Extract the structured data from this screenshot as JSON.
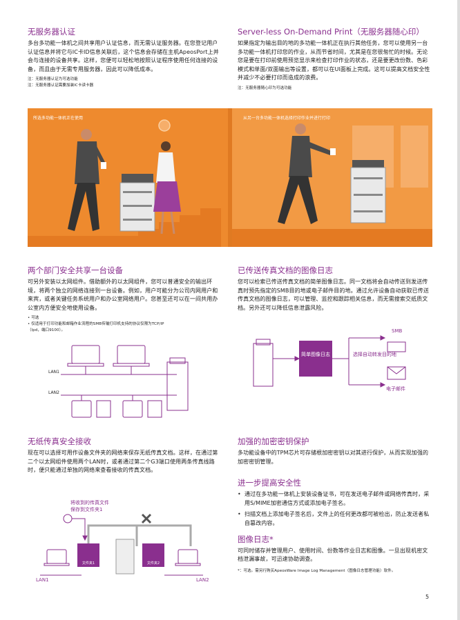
{
  "auth": {
    "title": "无服务器认证",
    "body": "多台多功能一体机之间共享用户认证信息，而无需认证服务器。在您登记用户认证信息并将它与IC卡ID信息关联后，这个信息会存储在主机ApeosPort上并会与连接的设备共享。这样，您便可以轻松地按照认证程序使用任何连接的设备，而且由于无需专用服务器，因此可以降低成本。",
    "note1": "注：无服务器认证为可选功能",
    "note2": "注：无服务器认证需要加装IC卡读卡器"
  },
  "print": {
    "title": "Server-less On-Demand Print（无服务器随心印）",
    "body": "如果指定为输出目的地的多功能一体机正在执行其他任务，您可以使用另一台多功能一体机打印您的作业，从而节省时间，尤其是在您很匆忙的时候。无论您是要在打印前使用预览显示来检查打印作业的状态，还是要更改份数、色彩模式和单面/双面输出等设置，都可以在UI面板上完成。这可以提高文档安全性并减少不必要打印而造成的浪费。",
    "note": "注：无服务器随心印为可选功能"
  },
  "hero": {
    "tag_left": "所选多功能一体机正在使用",
    "tag_right": "从另一台多功能一体机选择打印作业并进行打印"
  },
  "shared": {
    "title": "两个部门安全共享一台设备",
    "body": "可另外安装以太网组件。借助额外的以太网组件，您可以普通安全的输出环境，将两个独立的网络连接到一台设备。例如，用户可能分为公司内网用户和来宾，或者关键任务系统用户和办公室网络用户。您甚至还可以在一间共用办公室内方便安全地使用设备。",
    "note1": "• 可选",
    "note2": "• 仅适用于打印功能和邮箱作业流程的SMB传输打印机支持的协议仅限为TCP/IP",
    "note3": "（lpd，端口9100）。",
    "lan1": "LAN1",
    "lan2": "LAN2"
  },
  "fax_log": {
    "title": "已传送传真文档的图像日志",
    "body": "您可以检索已传送传真文档的简单图像日志。同一文档将会自动传送到发送传真时预先指定的SMB目的地或电子邮件目的地。通过允许设备自动获取已传送传真文档的图像日志，可以管理、监控和跟踪相关信息，而无需搜索交纸质文档。另外还可以降低信息泄露风险。",
    "box": "简单图像日志",
    "auto": "选择自动转发目的地",
    "smb": "SMB",
    "email": "电子邮件"
  },
  "paperless": {
    "title": "无纸传真安全接收",
    "body": "现在可以选择可用作设备文件夹的网络来保存无纸传真文档。这样，在通过第二个以太网组件使用两个LAN时，或者通过第二个G3端口使用两条传真线路时，便只能通过单独的网络来查看接收的传真文档。",
    "save_label1": "将收到的传真文件",
    "save_label2": "保存到文件夹1",
    "folder1": "文件夹1",
    "folder2": "文件夹2",
    "lan1": "LAN1",
    "lan2": "LAN2"
  },
  "encrypt": {
    "title": "加强的加密密钥保护",
    "body": "多功能设备中的TPM芯片可存储根加密密钥以对其进行保护，从而实现加强的加密密钥管理。"
  },
  "security": {
    "title": "进一步提高安全性",
    "bullets": [
      "通过在多功能一体机上安装设备证书，可在发送电子邮件或网络传真时，采用S/MIME加密通信方式或添加电子签名。",
      "扫描文档上添加电子签名后，文件上的任何更改都可被检出，防止发送者私自篡改内容。"
    ]
  },
  "image_log": {
    "title": "图像日志*",
    "body": "可同时储存并管理用户、使用时间、份数等作业日志和图像。一旦出现机密文档泄漏事故，可迅速协助调查。",
    "note": "*：可选。需另行购买ApeosWare Image Log Management（图像日志管理功能）软件。"
  },
  "page_number": "5",
  "colors": {
    "accent": "#8a2f8e",
    "hero_bg": "#f0882a"
  }
}
